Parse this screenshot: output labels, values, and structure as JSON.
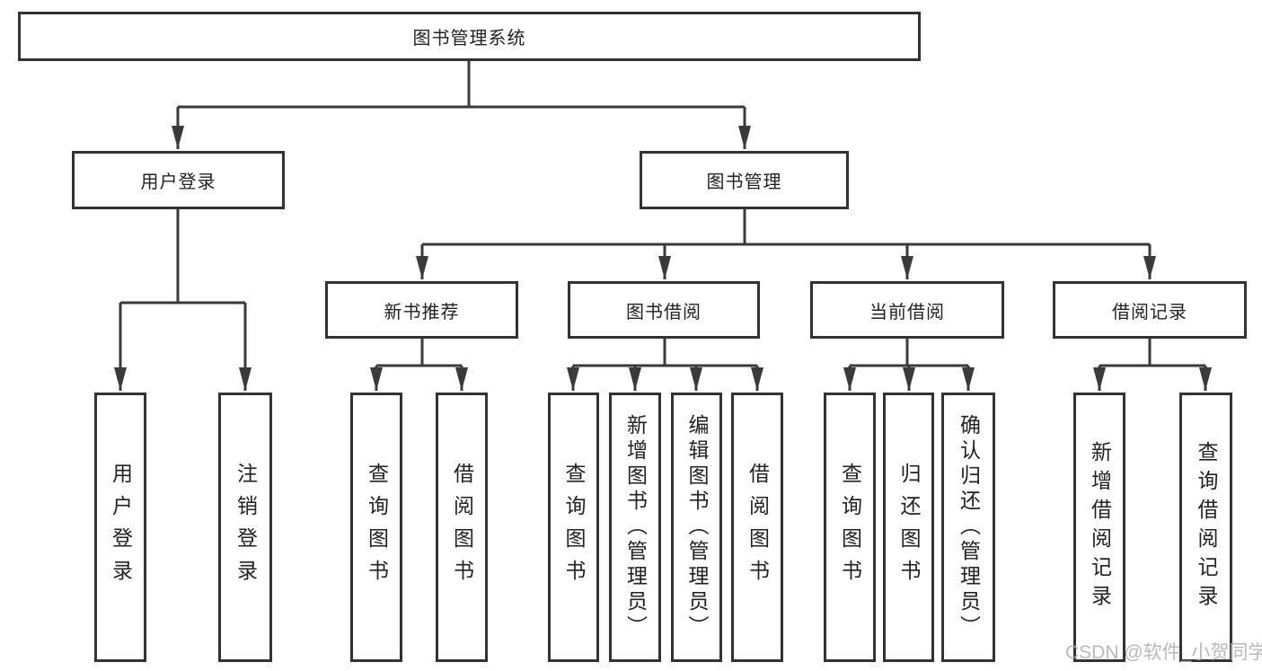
{
  "tree": {
    "root": "图书管理系统",
    "branches": [
      {
        "label": "用户登录",
        "children": [
          "用户登录",
          "注销登录"
        ]
      },
      {
        "label": "图书管理",
        "groups": [
          {
            "label": "新书推荐",
            "children": [
              "查询图书",
              "借阅图书"
            ]
          },
          {
            "label": "图书借阅",
            "children": [
              "查询图书",
              "新增图书（管理员）",
              "编辑图书（管理员）",
              "借阅图书"
            ]
          },
          {
            "label": "当前借阅",
            "children": [
              "查询图书",
              "归还图书",
              "确认归还（管理员）"
            ]
          },
          {
            "label": "借阅记录",
            "children": [
              "新增借阅记录",
              "查询借阅记录"
            ]
          }
        ]
      }
    ]
  },
  "watermark": "CSDN @软件_小贺同学",
  "colors": {
    "line": "#3a3a3a",
    "box_border": "#333333",
    "text": "#222222",
    "watermark": "#b2b2b2",
    "background": "#ffffff"
  }
}
